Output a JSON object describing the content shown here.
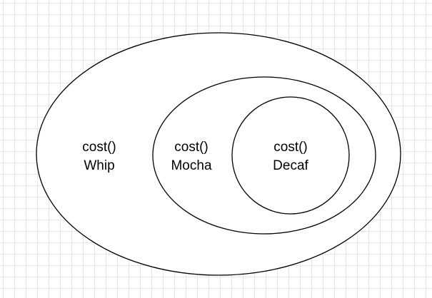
{
  "diagram": {
    "outer": {
      "method": "cost()",
      "name": "Whip"
    },
    "middle": {
      "method": "cost()",
      "name": "Mocha"
    },
    "inner": {
      "method": "cost()",
      "name": "Decaf"
    }
  }
}
